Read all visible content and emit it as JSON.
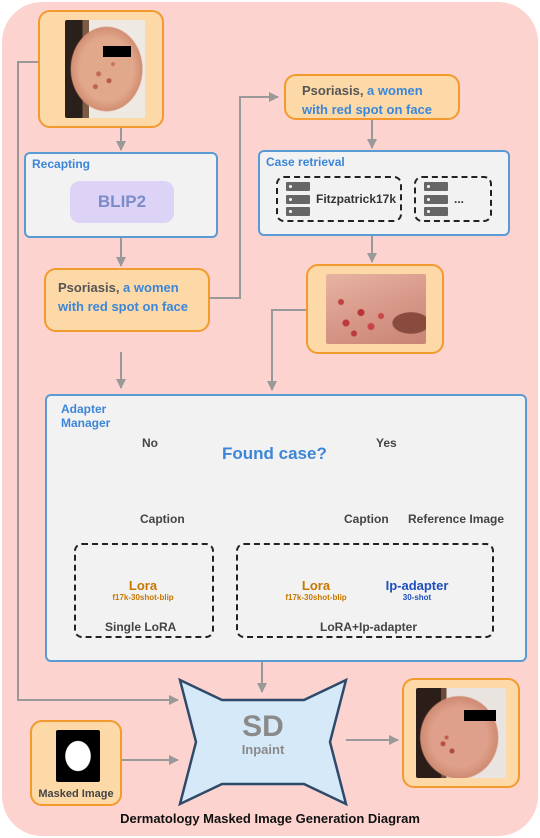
{
  "recapting": {
    "title": "Recapting",
    "model": "BLIP2"
  },
  "caption_box": {
    "term": "Psoriasis,",
    "description": " a women with red spot on face"
  },
  "case_retrieval": {
    "title": "Case retrieval",
    "db1": "Fitzpatrick17k",
    "db2": "..."
  },
  "adapter_manager": {
    "title_line1": "Adapter",
    "title_line2": "Manager",
    "decision": "Found case?",
    "no_label": "No",
    "yes_label": "Yes",
    "caption_left": "Caption",
    "caption_right": "Caption",
    "reference_image": "Reference Image",
    "single": {
      "lora_title": "Lora",
      "lora_sub": "f17k-30shot-blip",
      "label": "Single LoRA"
    },
    "combo": {
      "lora_title": "Lora",
      "lora_sub": "f17k-30shot-blip",
      "ip_title": "Ip-adapter",
      "ip_sub": "30-shot",
      "label": "LoRA+Ip-adapter"
    }
  },
  "sd": {
    "title": "SD",
    "subtitle": "Inpaint"
  },
  "masked_image_label": "Masked Image",
  "diagram_caption": "Dermatology Masked Image Generation Diagram",
  "colors": {
    "background": "#fdd3d0",
    "orange_fill": "#fcd9a7",
    "orange_border": "#f29a2e",
    "blue_border": "#5b9bd5",
    "blue_text": "#3c86d8",
    "lora_fill": "#f5dc2b",
    "ip_fill": "#33d6f2",
    "sd_fill": "#d6e9f8",
    "sd_border": "#2e4a6b"
  }
}
